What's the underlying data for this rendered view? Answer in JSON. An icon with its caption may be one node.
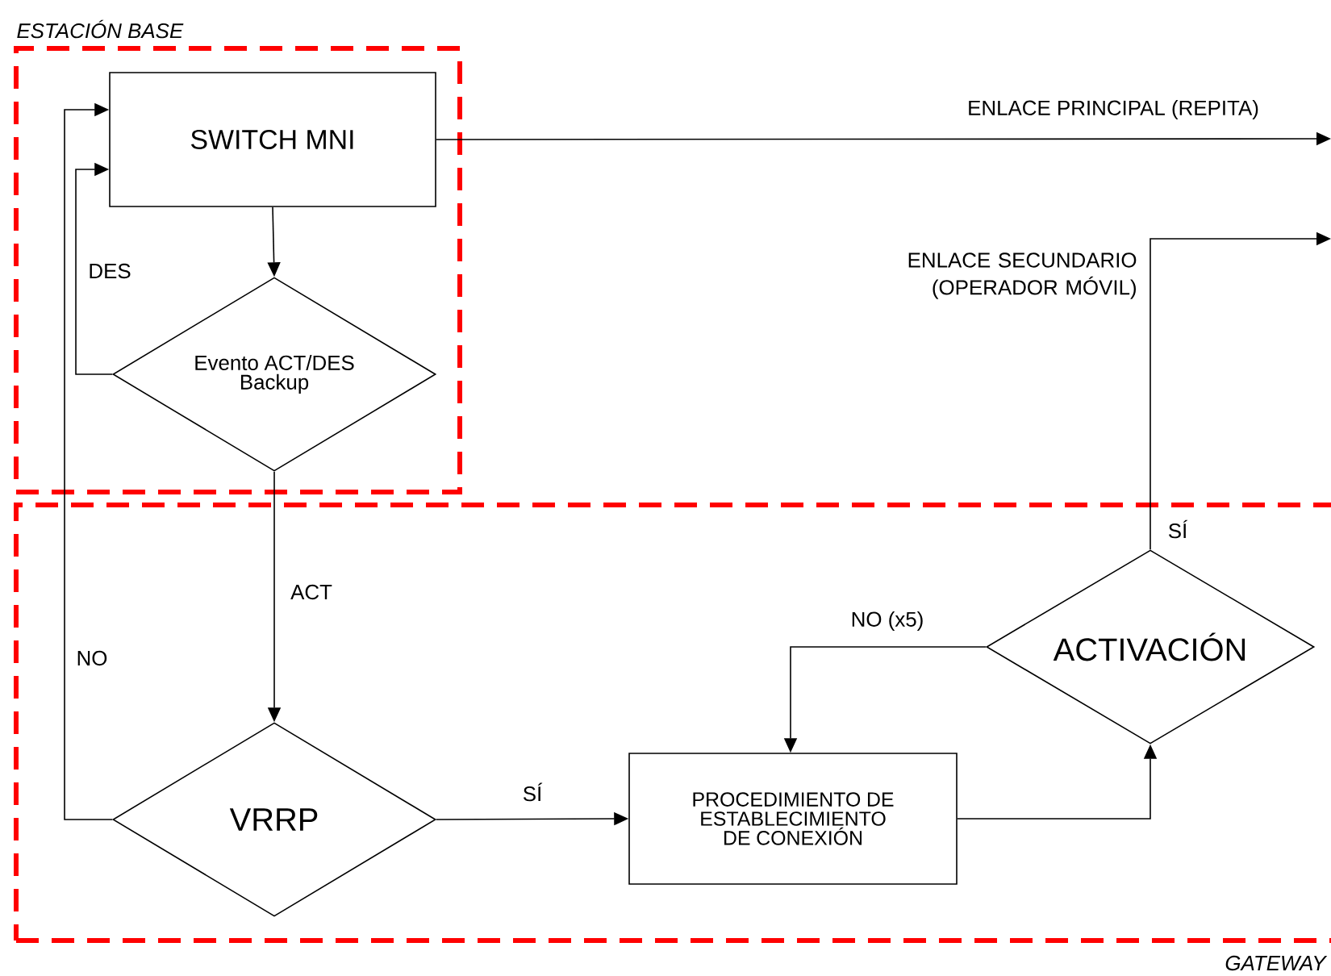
{
  "diagram": {
    "nodes": [
      {
        "text": [
          "ESTACIÓN BASE"
        ]
      },
      {
        "text": [
          "SWITCH MNI"
        ],
        "in": 0
      },
      {
        "text": [
          "Evento ACT/DES Backup"
        ],
        "in": 0
      },
      {
        "text": [
          "GATEWAY"
        ]
      },
      {
        "text": [
          "VRRP"
        ],
        "in": 3
      },
      {
        "text": [
          "PROCEDIMIENTO DE ESTABLECIMIENTO DE CONEXIÓN"
        ],
        "in": 3
      },
      {
        "text": [
          "ACTIVACIÓN"
        ],
        "in": 3
      }
    ],
    "edges": [
      {
        "from": 1,
        "to": 2,
        "arrow": "to"
      },
      {
        "from": 2,
        "to": 1,
        "arrow": "to",
        "label": "DES"
      },
      {
        "from": 2,
        "to": 4,
        "arrow": "to",
        "label": "ACT"
      },
      {
        "from": 4,
        "to": 1,
        "arrow": "to",
        "label": "NO"
      },
      {
        "from": 4,
        "to": 5,
        "arrow": "to",
        "label": "SÍ"
      },
      {
        "from": 5,
        "to": 6,
        "arrow": "to"
      },
      {
        "from": 6,
        "to": 5,
        "arrow": "to",
        "label": "NO (x5)"
      },
      {
        "from": 1,
        "to": null,
        "arrow": "to",
        "label": "ENLACE PRINCIPAL (REPITA)"
      },
      {
        "from": 6,
        "to": null,
        "arrow": "to",
        "label": "SÍ"
      }
    ],
    "labels": [
      "ENLACE SECUNDARIO (OPERADOR MÓVIL)"
    ]
  }
}
